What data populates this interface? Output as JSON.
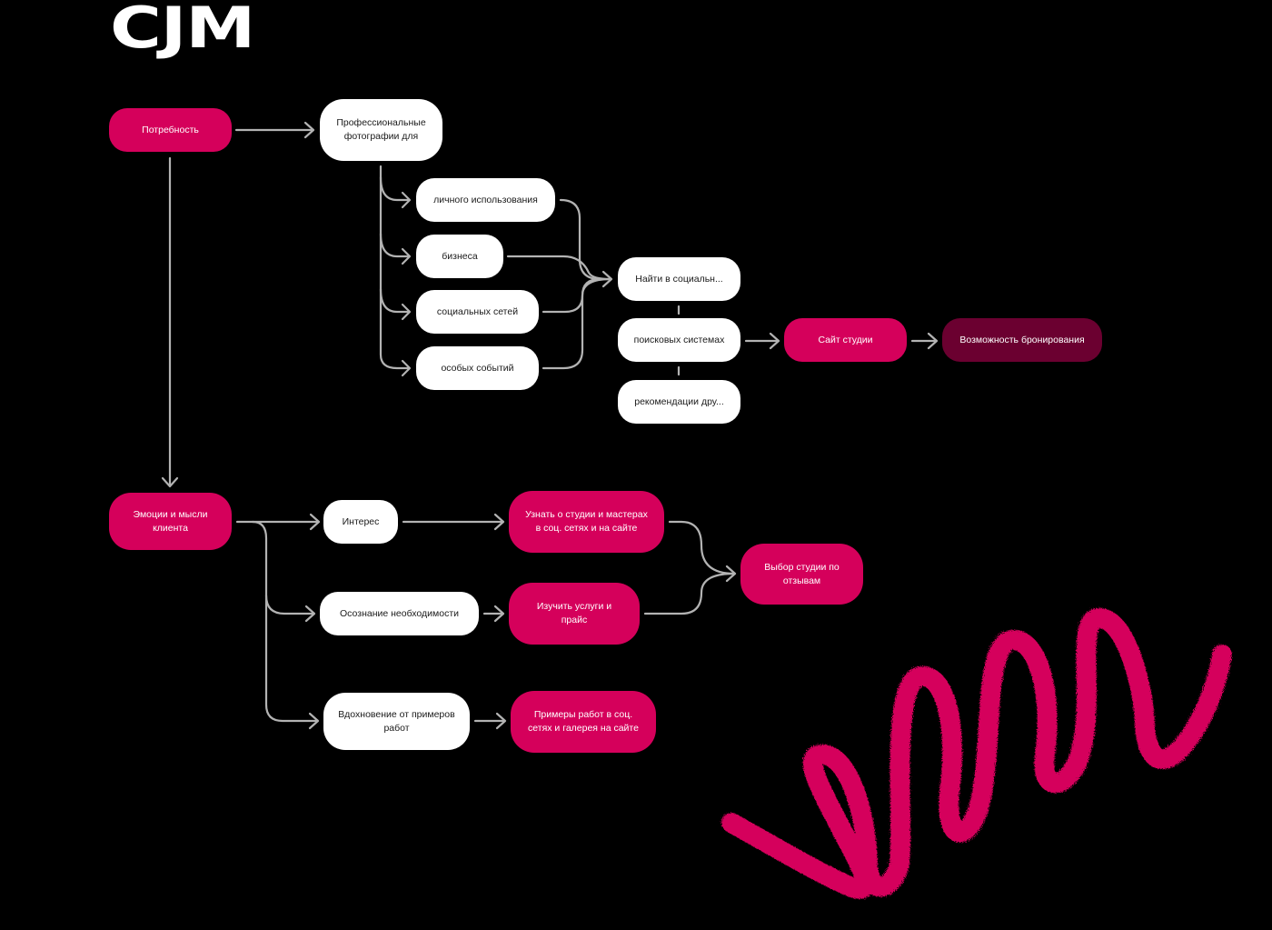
{
  "title": "CJM",
  "colors": {
    "background": "#000000",
    "accent": "#d5005b",
    "accent_dark": "#6b0030",
    "node_light": "#ffffff",
    "connector": "#b3b3b3"
  },
  "nodes": {
    "need": "Потребность",
    "pro_photos": "Профессиональные фотографии для",
    "personal": "личного использования",
    "business": "бизнеса",
    "social": "социальных сетей",
    "events": "особых событий",
    "find_social": "Найти в социальн...",
    "search": "поисковых системах",
    "recommend": "рекомендации дру...",
    "studio_site": "Сайт студии",
    "booking": "Возможность бронирования",
    "emotions": "Эмоции и мысли клиента",
    "interest": "Интерес",
    "awareness": "Осознание необходимости",
    "inspiration": "Вдохновение от примеров работ",
    "learn_studio": "Узнать о студии и мастерах в соц. сетях и на сайте",
    "study_services": "Изучить услуги и прайс",
    "examples": "Примеры работ в соц. сетях и галерея на сайте",
    "choose_studio": "Выбор студии по отзывам"
  },
  "decoration": "pink-scribble"
}
